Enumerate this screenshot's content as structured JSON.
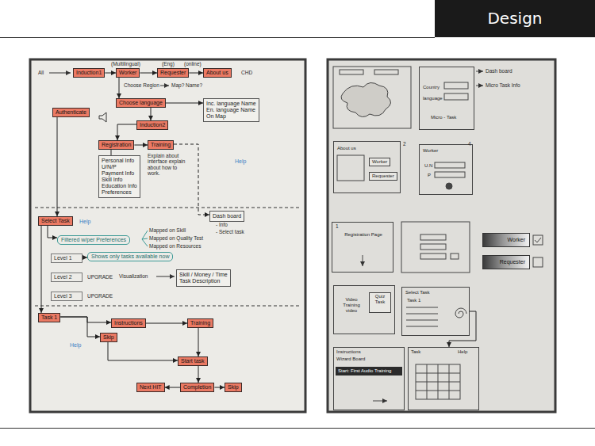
{
  "diagram": {
    "title": "Design",
    "nodes": [
      {
        "text": [
          "Induction1"
        ]
      },
      {
        "text": [
          "Worker"
        ]
      },
      {
        "text": [
          "Requester"
        ]
      },
      {
        "text": [
          "About us"
        ]
      },
      {
        "text": [
          "Choose language"
        ]
      },
      {
        "text": [
          "Inc. language Name",
          "En. language Name",
          "On Map"
        ]
      },
      {
        "text": [
          "Induction2"
        ]
      },
      {
        "text": [
          "Authenticate"
        ]
      },
      {
        "text": [
          "Registration"
        ]
      },
      {
        "text": [
          "Training"
        ]
      },
      {
        "text": [
          "Personal Info",
          "U/N/P",
          "Payment Info",
          "Skill Info",
          "Education Info",
          "Preferences"
        ]
      },
      {
        "text": [
          "Select Task"
        ]
      },
      {
        "text": [
          "Dash board"
        ]
      },
      {
        "text": [
          "Filtered w/per Preferences"
        ]
      },
      {
        "text": [
          "Level 1"
        ]
      },
      {
        "text": [
          "Level 2"
        ]
      },
      {
        "text": [
          "Level 3"
        ]
      },
      {
        "text": [
          "Shows only tasks available now"
        ]
      },
      {
        "text": [
          "Skill / Money / Time",
          "Task Description"
        ]
      },
      {
        "text": [
          "Task 1"
        ]
      },
      {
        "text": [
          "Instructions"
        ]
      },
      {
        "text": [
          "Training"
        ]
      },
      {
        "text": [
          "Skip"
        ]
      },
      {
        "text": [
          "Start task"
        ]
      },
      {
        "text": [
          "Next HIT"
        ]
      },
      {
        "text": [
          "Completion"
        ]
      },
      {
        "text": [
          "Skip"
        ]
      },
      {
        "text": [
          "Country",
          "language",
          "Micro - Task"
        ]
      },
      {
        "text": [
          "About us"
        ]
      },
      {
        "text": [
          "Worker"
        ],
        "in": 28
      },
      {
        "text": [
          "Requester"
        ],
        "in": 28
      },
      {
        "text": [
          "Worker",
          "U.N",
          "P"
        ]
      },
      {
        "text": [
          "Registration Page"
        ]
      },
      {
        "text": [
          "Worker"
        ]
      },
      {
        "text": [
          "Requester"
        ]
      },
      {
        "text": [
          "Video Training video"
        ]
      },
      {
        "text": [
          "Quiz Task"
        ],
        "in": 35
      },
      {
        "text": [
          "Select Task",
          "Task 1"
        ]
      },
      {
        "text": [
          "Instructions",
          "Wizard Board"
        ]
      },
      {
        "text": [
          "Start: First Audio Training"
        ],
        "in": 38
      },
      {
        "text": [
          "Task",
          "Help"
        ]
      }
    ],
    "edges": [
      {
        "from": 0,
        "to": 1,
        "arrow": "to"
      },
      {
        "from": 1,
        "to": 2,
        "arrow": "to"
      },
      {
        "from": 2,
        "to": 3,
        "arrow": "to"
      },
      {
        "from": 1,
        "to": 4,
        "arrow": "to"
      },
      {
        "from": 4,
        "to": 5,
        "arrow": "to"
      },
      {
        "from": 4,
        "to": 6,
        "arrow": "to"
      },
      {
        "from": 6,
        "to": 8,
        "arrow": "to"
      },
      {
        "from": 8,
        "to": 9,
        "arrow": "to"
      },
      {
        "from": 8,
        "to": 10,
        "arrow": "none"
      },
      {
        "from": 7,
        "to": 11,
        "arrow": "to"
      },
      {
        "from": 9,
        "to": 12,
        "arrow": "to"
      },
      {
        "from": 11,
        "to": 13,
        "arrow": "to"
      },
      {
        "from": 14,
        "to": 17,
        "arrow": "to"
      },
      {
        "from": 11,
        "to": 19,
        "arrow": "to"
      },
      {
        "from": 19,
        "to": 20,
        "arrow": "to"
      },
      {
        "from": 19,
        "to": 22,
        "arrow": "to"
      },
      {
        "from": 20,
        "to": 21,
        "arrow": "to"
      },
      {
        "from": 21,
        "to": 23,
        "arrow": "to"
      },
      {
        "from": 22,
        "to": 23,
        "arrow": "to"
      },
      {
        "from": 23,
        "to": 25,
        "arrow": "to"
      },
      {
        "from": 25,
        "to": 24,
        "arrow": "to"
      },
      {
        "from": 25,
        "to": 26,
        "arrow": "to"
      },
      {
        "from": 37,
        "to": 40,
        "arrow": "to"
      }
    ],
    "labels": [
      "All",
      "(Multilingual)",
      "(Eng)",
      "(online)",
      "CHD",
      "Choose Region",
      "Map? Name?",
      "Explain about interface explain about how to work.",
      "Help",
      "Help",
      "Help",
      "- Info",
      "- Select task",
      "Mapped on Skill",
      "Mapped on Quality Test",
      "Mapped on Resources",
      "UPGRADE",
      "UPGRADE",
      "Visualization",
      "Dash board",
      "Micro Task Info",
      "1",
      "2",
      "4"
    ]
  }
}
